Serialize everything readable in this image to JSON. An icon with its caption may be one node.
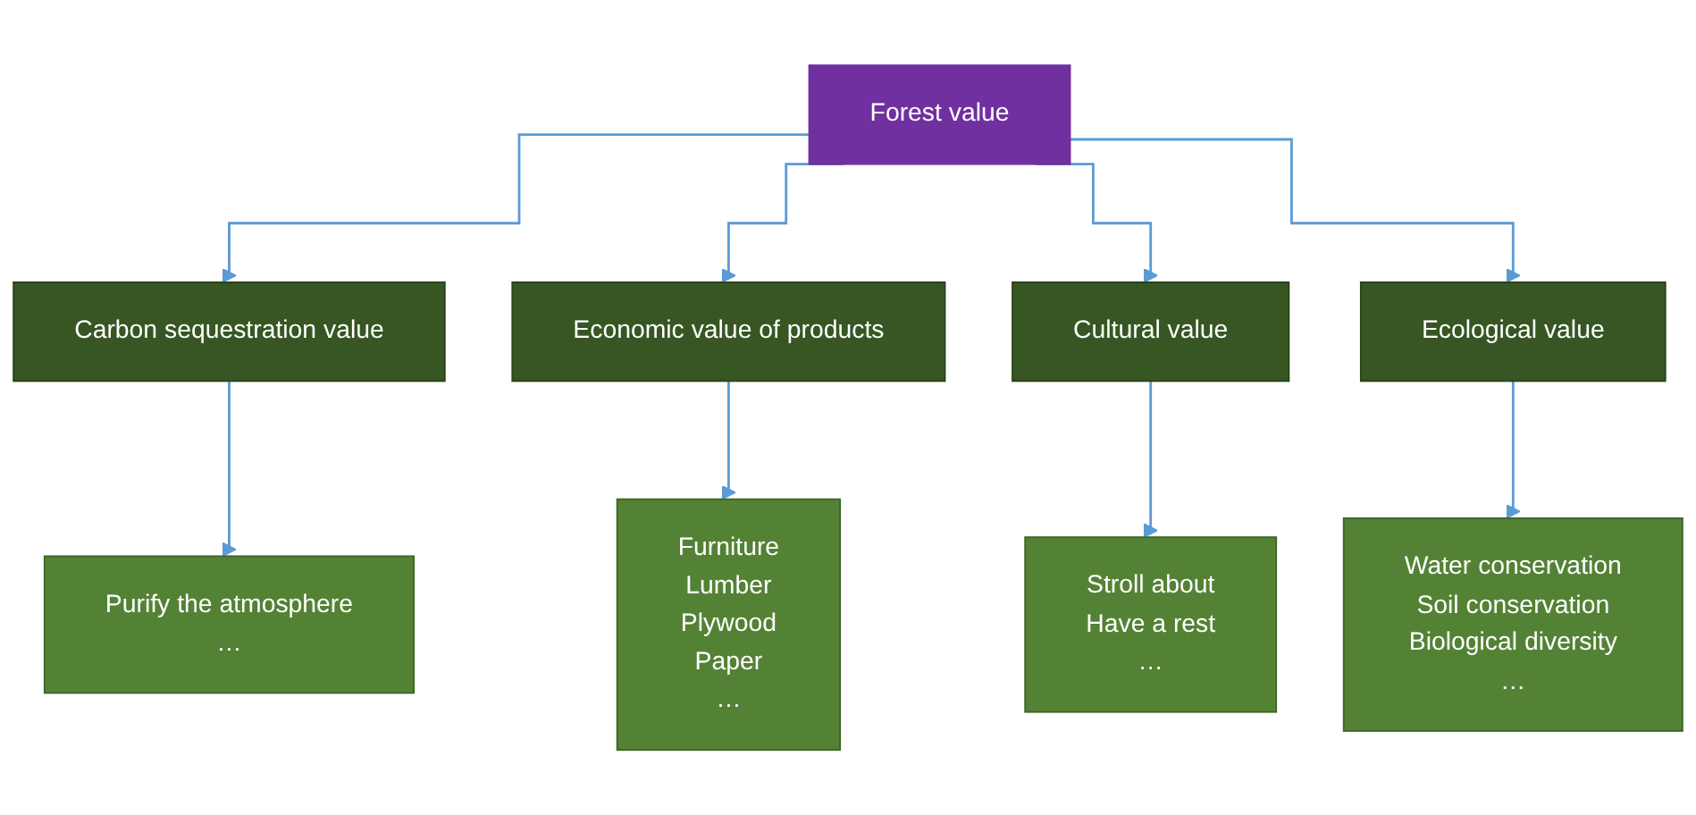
{
  "diagram": {
    "nodes": [
      {
        "text": [
          "Forest value"
        ]
      },
      {
        "text": [
          "Carbon sequestration value"
        ]
      },
      {
        "text": [
          "Economic value of products"
        ]
      },
      {
        "text": [
          "Cultural value"
        ]
      },
      {
        "text": [
          "Ecological value"
        ]
      },
      {
        "text": [
          "Purify the atmosphere",
          "…"
        ]
      },
      {
        "text": [
          "Furniture",
          "Lumber",
          "Plywood",
          "Paper",
          "…"
        ]
      },
      {
        "text": [
          "Stroll about",
          "Have a rest",
          "…"
        ]
      },
      {
        "text": [
          "Water conservation",
          "Soil conservation",
          "Biological diversity",
          "…"
        ]
      }
    ],
    "edges": [
      {
        "from": 0,
        "to": 1,
        "arrow": "to"
      },
      {
        "from": 0,
        "to": 2,
        "arrow": "to"
      },
      {
        "from": 0,
        "to": 3,
        "arrow": "to"
      },
      {
        "from": 0,
        "to": 4,
        "arrow": "to"
      },
      {
        "from": 1,
        "to": 5,
        "arrow": "to"
      },
      {
        "from": 2,
        "to": 6,
        "arrow": "to"
      },
      {
        "from": 3,
        "to": 7,
        "arrow": "to"
      },
      {
        "from": 4,
        "to": 8,
        "arrow": "to"
      }
    ]
  }
}
